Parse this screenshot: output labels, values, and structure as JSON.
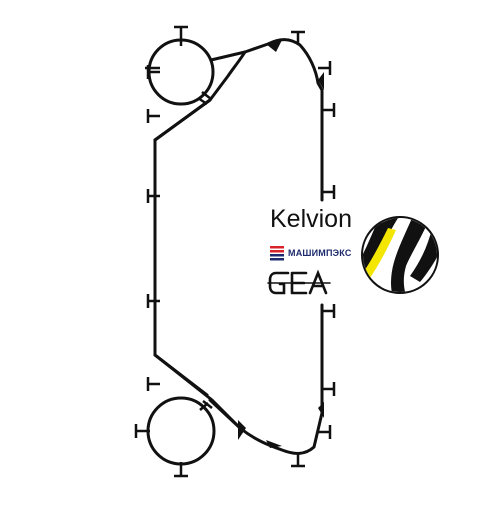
{
  "brands": {
    "kelvion": "Kelvion",
    "mashimpeks": "МАШИМПЭКС",
    "gea": "GEA"
  },
  "colors": {
    "outline": "#111111",
    "gasket_accent": "#f3e600",
    "mash_red": "#d8232a",
    "mash_blue": "#1d2b6e"
  },
  "icons": [
    "plate-gasket-drawing",
    "gasket-cross-section-icon",
    "mashimpeks-logo-icon",
    "gea-logo"
  ]
}
